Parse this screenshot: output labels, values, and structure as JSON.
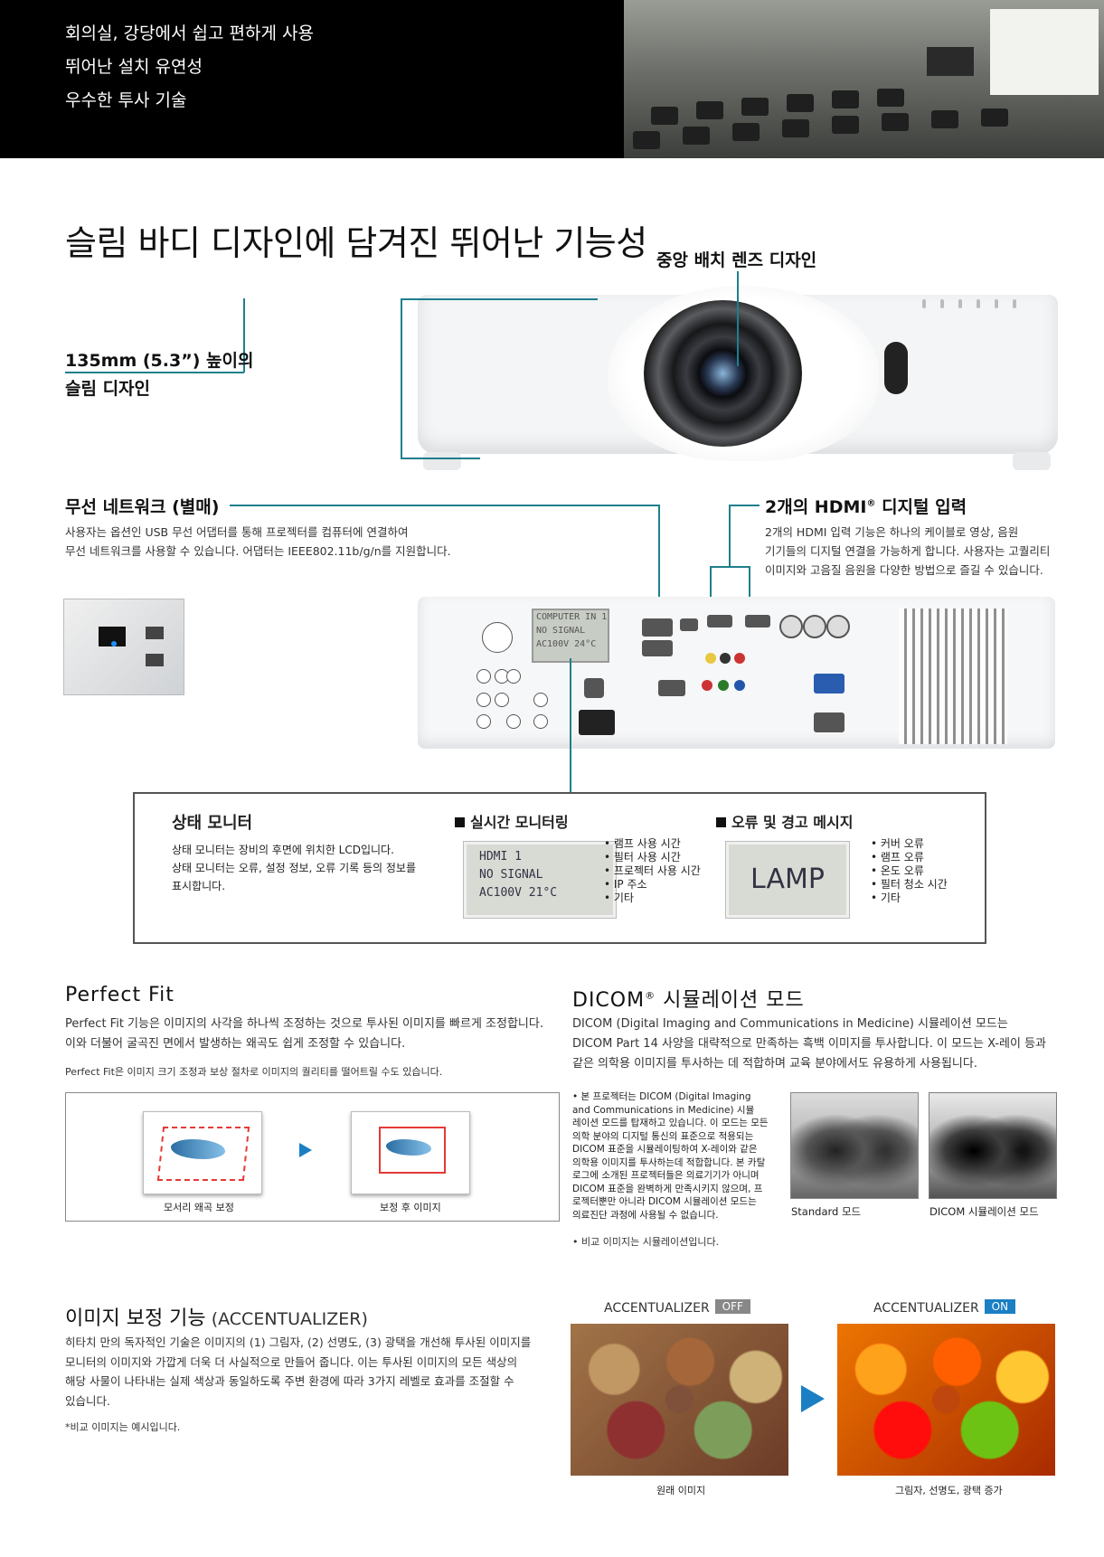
{
  "banner": {
    "lines": [
      "회의실, 강당에서 쉽고 편하게 사용",
      "뛰어난 설치 유연성",
      "우수한 투사 기술"
    ]
  },
  "headline": "슬림 바디 디자인에 담겨진 뛰어난 기능성",
  "callouts": {
    "center_lens": "중앙 배치 렌즈 디자인",
    "slim_line1": "135mm (5.3”) 높이의",
    "slim_line2": "슬림 디자인",
    "wireless_title": "무선 네트워크 (별매)",
    "wireless_body1": "사용자는 옵션인 USB 무선 어댑터를 통해 프로젝터를 컴퓨터에 연결하여",
    "wireless_body2": "무선 네트워크를 사용할 수 있습니다. 어댑터는 IEEE802.11b/g/n를 지원합니다.",
    "hdmi_title": "2개의 HDMI",
    "hdmi_reg": "®",
    "hdmi_title_suffix": " 디지털 입력",
    "hdmi_body1": "2개의 HDMI 입력 기능은 하나의 케이블로 영상, 음원",
    "hdmi_body2": "기기들의 디지털 연결을 가능하게 합니다. 사용자는 고퀄리티",
    "hdmi_body3": "이미지와 고음질 음원을 다양한 방법으로 즐길 수 있습니다."
  },
  "back_panel": {
    "lcd": [
      "COMPUTER IN 1",
      "NO SIGNAL",
      "AC100V  24°C"
    ]
  },
  "status_monitor": {
    "title": "상태 모니터",
    "body1": "상태 모니터는 장비의 후면에 위치한 LCD입니다.",
    "body2": "상태 모니터는 오류, 설정 정보, 오류 기록 등의 정보를",
    "body3": "표시합니다.",
    "realtime_title": "실시간 모니터링",
    "realtime_lcd": [
      "HDMI 1",
      "NO SIGNAL",
      "AC100V   21°C"
    ],
    "realtime_items": [
      "• 램프 사용 시간",
      "• 필터 사용 시간",
      "• 프로젝터 사용 시간",
      "• IP 주소",
      "• 기타"
    ],
    "error_title": "오류 및 경고 메시지",
    "error_lcd": "LAMP",
    "error_items": [
      "• 커버 오류",
      "• 램프 오류",
      "• 온도 오류",
      "• 필터 청소 시간",
      "• 기타"
    ]
  },
  "perfect_fit": {
    "title": "Perfect Fit",
    "body1": "Perfect Fit 기능은 이미지의 사각을 하나씩 조정하는 것으로 투사된 이미지를 빠르게 조정합니다.",
    "body2": "이와 더불어 굴곡진 면에서 발생하는 왜곡도 쉽게 조정할 수 있습니다.",
    "note": "Perfect Fit은 이미지 크기 조정과 보상 절차로 이미지의 퀄리티를 떨어트릴 수도 있습니다.",
    "caption_before": "모서리 왜곡 보정",
    "caption_after": "보정 후 이미지"
  },
  "dicom": {
    "title": "DICOM",
    "reg": "®",
    "title_suffix": " 시뮬레이션 모드",
    "body1": "DICOM (Digital Imaging and Communications in Medicine) 시뮬레이션 모드는",
    "body2": "DICOM Part 14 사양을 대략적으로 만족하는 흑백 이미지를 투사합니다. 이 모드는 X-레이 등과",
    "body3": "같은 의학용 이미지를 투사하는 데 적합하며 교육 분야에서도 유용하게 사용됩니다.",
    "note_lines": [
      "• 본 프로젝터는 DICOM (Digital Imaging",
      "and Communications in Medicine) 시뮬",
      "레이션 모드를 탑재하고 있습니다. 이 모드는 모든",
      "의학 분야의 디지털 통신의 표준으로 적용되는",
      "DICOM 표준을 시뮬레이팅하여 X-레이와 같은",
      "의학용 이미지를 투사하는데 적합합니다. 본 카탈",
      "로그에 소개된 프로젝터들은 의료기기가 아니며",
      "DICOM 표준을 완벽하게 만족시키지 않으며, 프",
      "로젝터뿐만 아니라 DICOM 시뮬레이션 모드는",
      "의료진단 과정에 사용될 수 없습니다."
    ],
    "caption_standard": "Standard 모드",
    "caption_dicom": "DICOM 시뮬레이션 모드",
    "footnote": "• 비교 이미지는 시뮬레이션입니다."
  },
  "accentualizer": {
    "title": "이미지 보정 기능",
    "title_suffix": " (ACCENTUALIZER)",
    "body1": "히타치 만의 독자적인 기술은 이미지의 (1) 그림자, (2) 선명도, (3) 광택을 개선해 투사된 이미지를",
    "body2": "모니터의 이미지와 가깝게 더욱 더 사실적으로 만들어 줍니다. 이는 투사된 이미지의 모든 색상의",
    "body3": "해당 사물이 나타내는 실제 색상과 동일하도록 주변 환경에 따라 3가지 레벨로 효과를 조절할 수",
    "body4": "있습니다.",
    "note": "*비교 이미지는 예시입니다.",
    "label": "ACCENTUALIZER",
    "off": "OFF",
    "on": "ON",
    "caption_before": "원래 이미지",
    "caption_after": "그림자, 선명도, 광택 증가"
  },
  "colors": {
    "accent_teal": "#1f7f8c",
    "on_blue": "#1b7fc4",
    "off_gray": "#888888"
  }
}
